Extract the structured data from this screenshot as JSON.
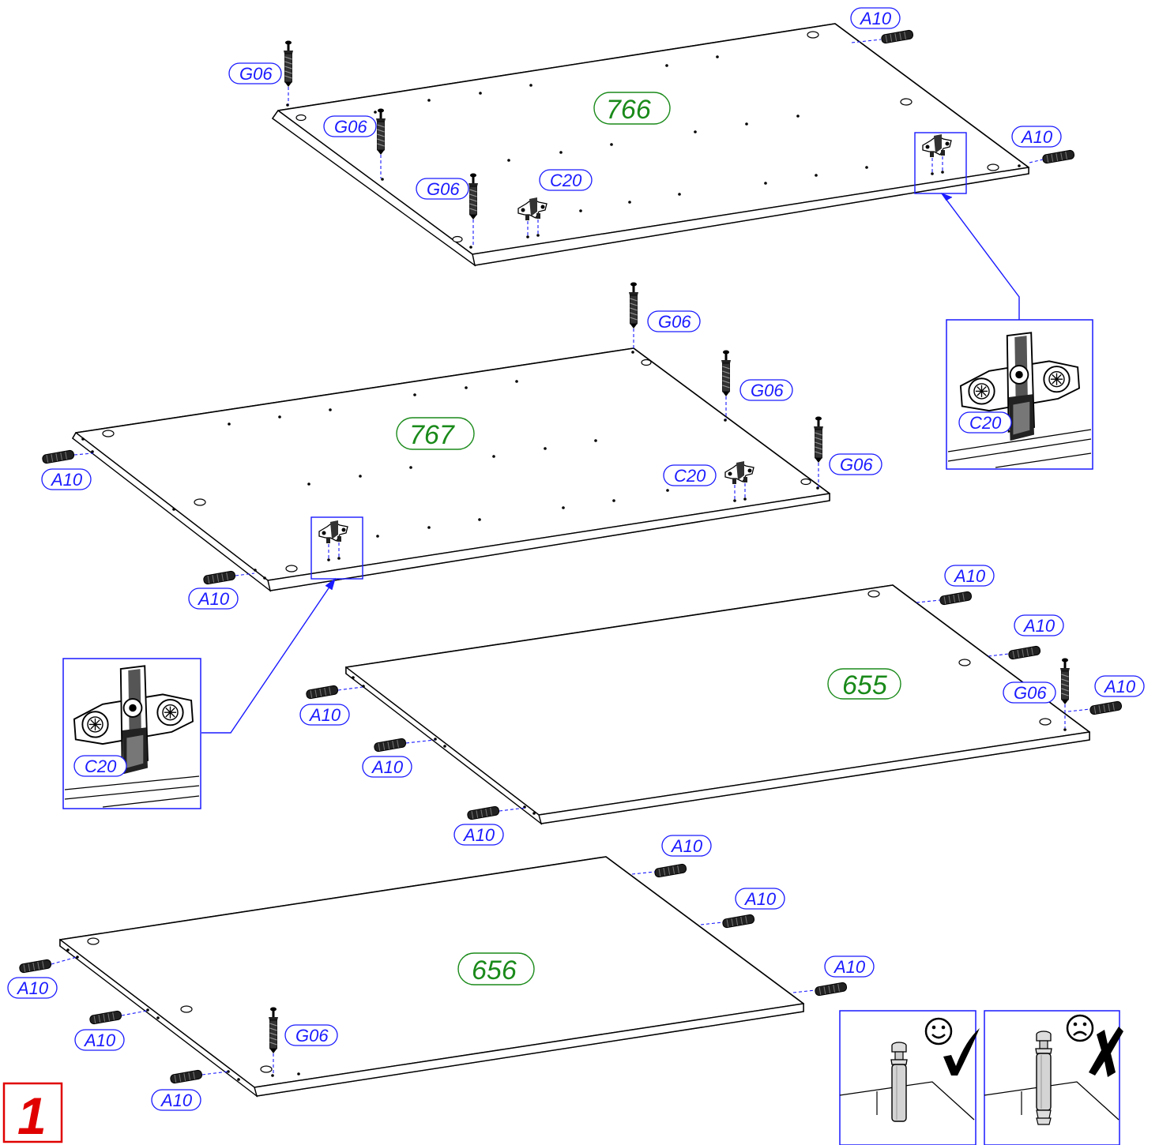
{
  "step": {
    "number": "1"
  },
  "panels": {
    "p766": {
      "code": "766"
    },
    "p767": {
      "code": "767"
    },
    "p655": {
      "code": "655"
    },
    "p656": {
      "code": "656"
    }
  },
  "labels": {
    "dowel": "A10",
    "screw": "G06",
    "connector": "C20"
  },
  "colors": {
    "callout": "#1a1aff",
    "part_code": "#1a8a1a",
    "step": "#e00000"
  },
  "icons": {
    "correct": "smiley-face-icon",
    "incorrect": "frowning-face-icon",
    "check": "check-mark-icon",
    "cross": "cross-mark-icon"
  }
}
